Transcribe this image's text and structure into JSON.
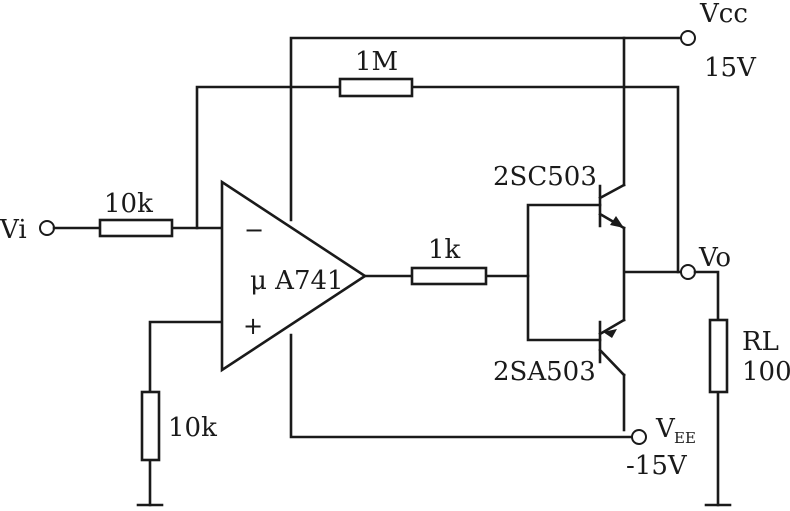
{
  "supply": {
    "vcc_label": "Vcc",
    "vcc_value": "15V",
    "vee_label": "V",
    "vee_sub": "EE",
    "vee_value": "-15V"
  },
  "input": {
    "label": "Vi"
  },
  "output": {
    "label": "Vo"
  },
  "resistors": {
    "feedback": "1M",
    "input": "10k",
    "ground": "10k",
    "base": "1k",
    "load_name": "RL",
    "load_value": "100"
  },
  "opamp": {
    "name": "μ A741",
    "inverting": "−",
    "noninverting": "+"
  },
  "transistors": {
    "npn": "2SC503",
    "pnp": "2SA503"
  },
  "colors": {
    "ink": "#1a1a1a",
    "paper": "#ffffff"
  }
}
